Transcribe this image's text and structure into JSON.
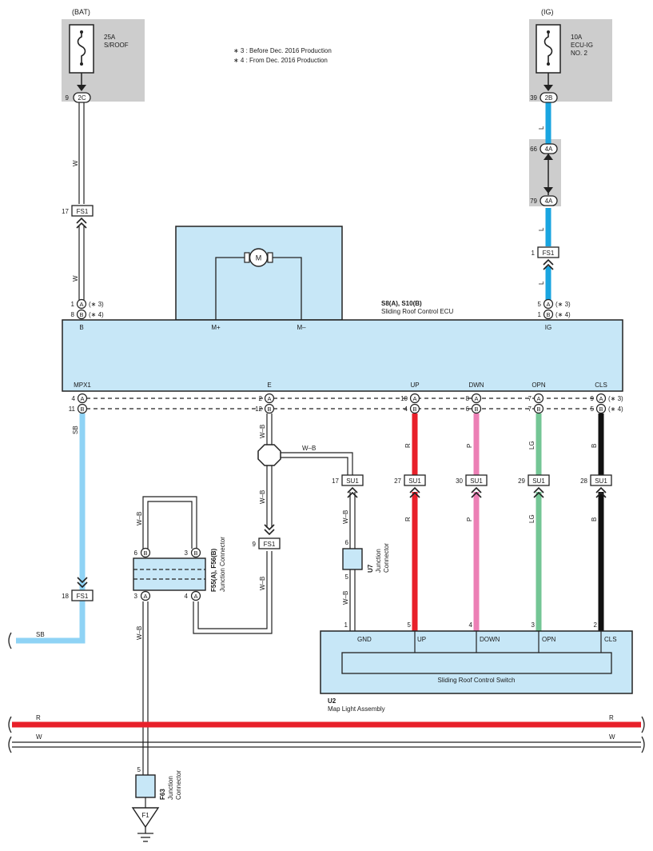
{
  "bat_label": "(BAT)",
  "ig_label": "(IG)",
  "fuse_sroof": {
    "rating": "25A",
    "name": "S/ROOF"
  },
  "fuse_ecuig": {
    "rating": "10A",
    "name1": "ECU-IG",
    "name2": "NO. 2"
  },
  "notes": [
    "∗ 3 : Before Dec.  2016 Production",
    "∗ 4 : From Dec.  2016 Production"
  ],
  "note_a": "(∗ 3)",
  "note_b": "(∗ 4)",
  "ecu": {
    "code": "S8(A), S10(B)",
    "name": "Sliding Roof Control ECU"
  },
  "motor_symbol": "M",
  "pin_names": {
    "b": "B",
    "m_plus": "M+",
    "m_minus": "M–",
    "ig": "IG",
    "mpx1": "MPX1",
    "e": "E",
    "up": "UP",
    "dwn": "DWN",
    "opn": "OPN",
    "cls": "CLS"
  },
  "pins": {
    "b_a": "1",
    "b_b": "8",
    "ig_a": "5",
    "ig_b": "1",
    "mpx1_a": "4",
    "mpx1_b": "11",
    "e_a": "2",
    "e_b": "12",
    "up_a": "10",
    "up_b": "4",
    "dwn_a": "8",
    "dwn_b": "6",
    "opn_a": "7",
    "opn_b": "7",
    "cls_a": "9",
    "cls_b": "5"
  },
  "connectors": {
    "c2C": "2C",
    "c2B": "2B",
    "c4A": "4A",
    "FS1": "FS1",
    "SU1": "SU1",
    "A": "A",
    "B": "B"
  },
  "connector_pins": {
    "c2C": "9",
    "c2B": "39",
    "c4A_top": "66",
    "c4A_bot": "79",
    "fs1_bat": "17",
    "fs1_ig": "1",
    "fs1_e": "9",
    "fs1_sb": "18",
    "su1_gnd": "17",
    "su1_up": "27",
    "su1_dwn": "30",
    "su1_opn": "29",
    "su1_cls": "28"
  },
  "wire_colors": {
    "W": "W",
    "L": "L",
    "SB": "SB",
    "WB": "W–B",
    "R": "R",
    "P": "P",
    "LG": "LG",
    "B": "B"
  },
  "junction_f55": {
    "code": "F55(A), F56(B)",
    "name": "Junction Connector",
    "pin_tl": "6",
    "pin_tr": "3",
    "pin_bl": "3",
    "pin_br": "4"
  },
  "junction_u7": {
    "code": "U7",
    "name1": "Junction",
    "name2": "Connector",
    "pin_top": "6",
    "pin_bot": "5"
  },
  "junction_f63": {
    "code": "F63",
    "name1": "Junction",
    "name2": "Connector",
    "pin": "5",
    "ground": "F1"
  },
  "switch_pins": {
    "gnd": "1",
    "up": "5",
    "down": "4",
    "opn": "3",
    "cls": "2"
  },
  "switch_labels": {
    "gnd": "GND",
    "up": "UP",
    "down": "DOWN",
    "opn": "OPN",
    "cls": "CLS"
  },
  "switch_name": "Sliding Roof Control Switch",
  "u2": {
    "code": "U2",
    "name": "Map Light Assembly"
  },
  "colors": {
    "ecu_fill": "#c7e7f7",
    "fuse_box": "#cdcdcd",
    "L": "#1aa5e0",
    "SB": "#8fd3f5",
    "R": "#e8202a",
    "P": "#ec7fb5",
    "LG": "#74c695",
    "B": "#111111",
    "line": "#222222"
  }
}
